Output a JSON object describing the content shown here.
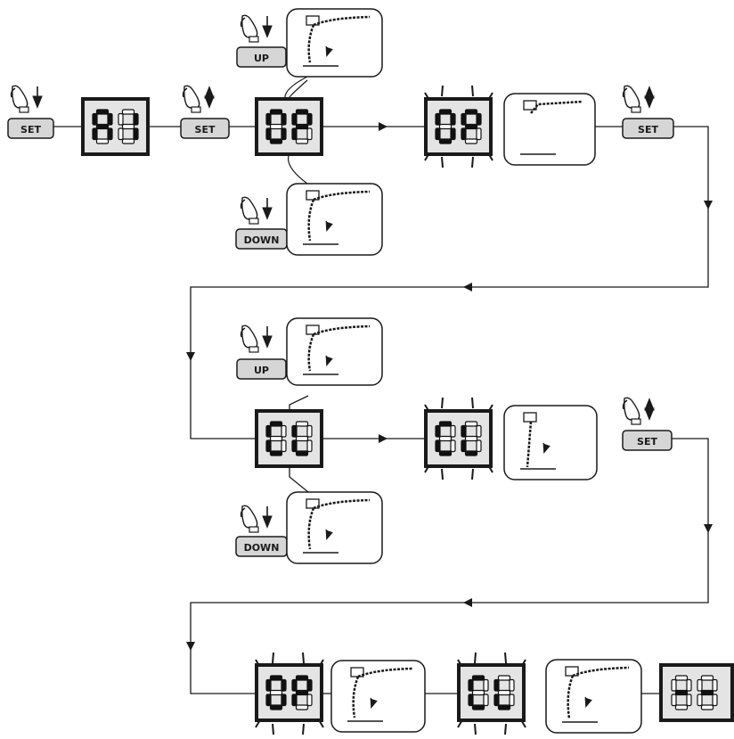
{
  "colors": {
    "line": "#1a1a1a",
    "display_bg": "#e4e4e4",
    "segment_on": "#111111",
    "segment_off": "#ffffff",
    "button_bg": "#d6d6d6",
    "panel_bg": "#ffffff"
  },
  "buttons": {
    "set": "SET",
    "up": "UP",
    "down": "DOWN"
  },
  "displays": {
    "a1": "A1",
    "op": "OP",
    "cl": "CL",
    "dash": "--"
  },
  "icons": {
    "press": "finger-press-icon",
    "press_release": "finger-press-release-icon",
    "barrier": "barrier-arm-icon",
    "blink": "blink-rays-icon",
    "arrow": "flow-arrow-icon"
  }
}
